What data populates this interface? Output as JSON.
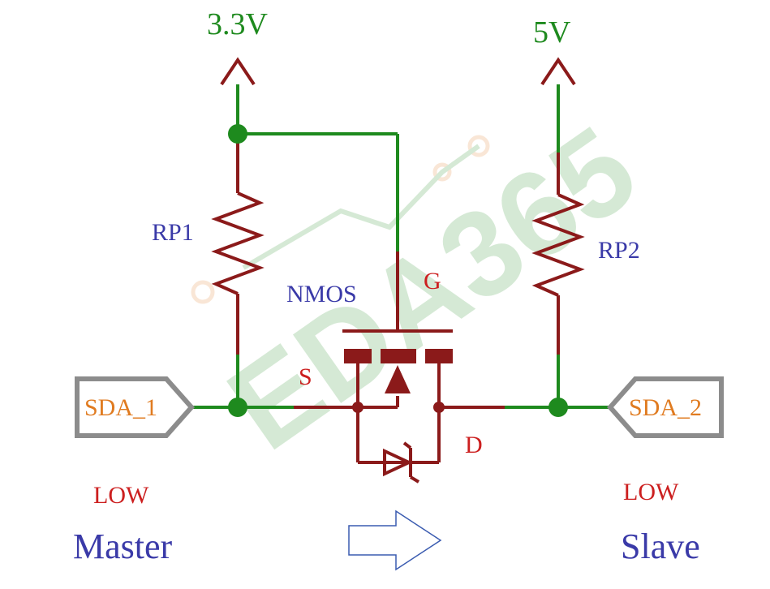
{
  "diagram": {
    "rails": {
      "left_voltage": "3.3V",
      "right_voltage": "5V"
    },
    "components": {
      "left_resistor": "RP1",
      "right_resistor": "RP2",
      "transistor": "NMOS",
      "gate": "G",
      "source": "S",
      "drain": "D"
    },
    "ports": {
      "left": "SDA_1",
      "right": "SDA_2"
    },
    "states": {
      "left_level": "LOW",
      "right_level": "LOW"
    },
    "sides": {
      "left": "Master",
      "right": "Slave"
    },
    "watermark": "EDA365",
    "colors": {
      "wire_green": "#1e8a1e",
      "wire_dark_red": "#8b1a1a",
      "label_blue": "#3a3aa8",
      "label_red": "#cc1f1f",
      "label_orange": "#e07b20",
      "port_border": "#8c8c8c",
      "arrow_outline": "#3a5bb0"
    },
    "icons": {
      "direction_arrow": "right-arrow-outline-icon"
    }
  }
}
